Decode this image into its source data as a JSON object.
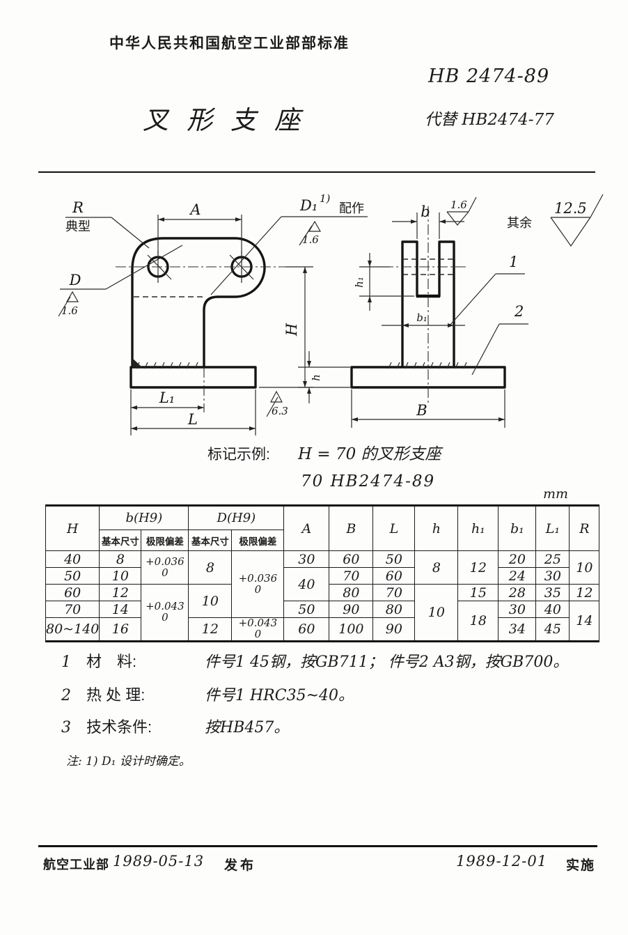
{
  "header": {
    "org": "中华人民共和国航空工业部部标准",
    "code": "HB 2474-89",
    "title": "叉形支座",
    "replaces": "代替 HB2474-77"
  },
  "drawing": {
    "left": {
      "r_label": "R",
      "r_note": "典型",
      "d_label": "D",
      "d_rough": "1.6",
      "a_label": "A",
      "d1_label": "D₁",
      "d1_sup": "1)",
      "d1_note": "配作",
      "d1_rough": "1.6",
      "h_label": "H",
      "hh_label": "h",
      "l1_label": "L₁",
      "l_label": "L",
      "rough_63": "6.3"
    },
    "right": {
      "b_label": "b",
      "b_rough": "1.6",
      "rest_label": "其余",
      "rest_rough": "12.5",
      "h1_label": "h₁",
      "b1_label": "b₁",
      "bb_label": "B",
      "part1": "1",
      "part2": "2"
    }
  },
  "marking": {
    "caption": "标记示例:",
    "line1": "H = 70 的叉形支座",
    "line2": "70   HB2474-89"
  },
  "table": {
    "unit": "mm",
    "head": {
      "H": "H",
      "b_group": "b(H9)",
      "d_group": "D(H9)",
      "basic1": "基本尺寸",
      "dev1": "极限偏差",
      "basic2": "基本尺寸",
      "dev2": "极限偏差",
      "A": "A",
      "B": "B",
      "L": "L",
      "h": "h",
      "h1": "h₁",
      "b1": "b₁",
      "L1": "L₁",
      "R": "R"
    },
    "H": [
      "40",
      "50",
      "60",
      "70",
      "80~140"
    ],
    "b_basic": [
      "8",
      "10",
      "12",
      "14",
      "16"
    ],
    "b_dev": [
      {
        "t": "+0.036",
        "b": "0"
      },
      {
        "t": "+0.043",
        "b": "0"
      }
    ],
    "d_basic": [
      "8",
      "10",
      "12"
    ],
    "d_dev": [
      {
        "t": "+0.036",
        "b": "0"
      },
      {
        "t": "+0.043",
        "b": "0"
      }
    ],
    "A": [
      "30",
      "40",
      "50",
      "60"
    ],
    "B": [
      "60",
      "70",
      "80",
      "90",
      "100"
    ],
    "L": [
      "50",
      "60",
      "70",
      "80",
      "90"
    ],
    "h": [
      "8",
      "10"
    ],
    "h1": [
      "12",
      "15",
      "18"
    ],
    "b1": [
      "20",
      "24",
      "28",
      "30",
      "34"
    ],
    "L1": [
      "25",
      "30",
      "35",
      "40",
      "45"
    ],
    "R": [
      "10",
      "12",
      "14"
    ]
  },
  "notes": {
    "n1_no": "1",
    "n1_title": "材　料:",
    "n1_text": "件号1 45钢，按GB711；  件号2 A3钢，按GB700。",
    "n2_no": "2",
    "n2_title": "热 处 理:",
    "n2_text": "件号1 HRC35~40。",
    "n3_no": "3",
    "n3_title": "技术条件:",
    "n3_text": "按HB457。"
  },
  "footnote": "注: 1) D₁ 设计时确定。",
  "footer": {
    "org": "航空工业部",
    "pub_date": "1989-05-13",
    "pub": "发布",
    "impl_date": "1989-12-01",
    "impl": "实施"
  }
}
